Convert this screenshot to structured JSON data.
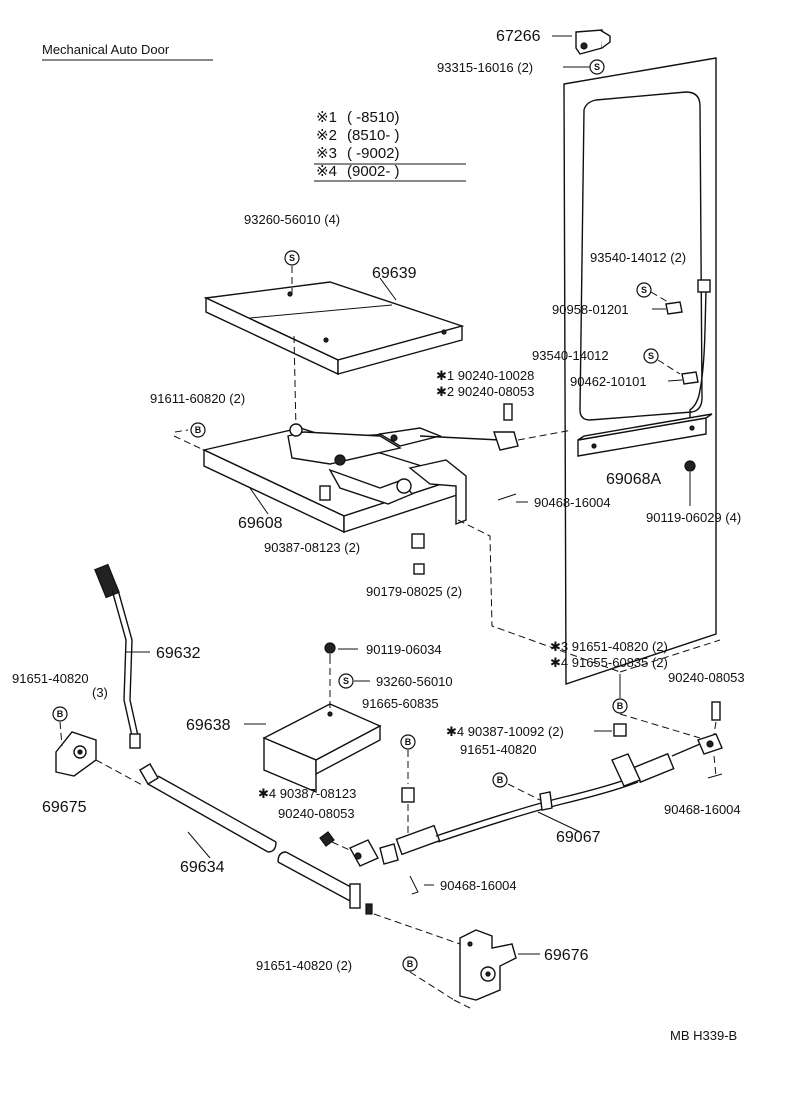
{
  "title": "Mechanical Auto Door",
  "diagram_code": "MB H339-B",
  "legend": [
    {
      "mark": "※1",
      "range": "(      -8510)"
    },
    {
      "mark": "※2",
      "range": "(8510-      )"
    },
    {
      "mark": "※3",
      "range": "(      -9002)"
    },
    {
      "mark": "※4",
      "range": "(9002-      )"
    }
  ],
  "symbols": {
    "s": "S",
    "b": "B"
  },
  "labels": {
    "p67266": "67266",
    "p93315": "93315-16016 (2)",
    "p93260_4": "93260-56010 (4)",
    "p69639": "69639",
    "p93540_2": "93540-14012 (2)",
    "p90958": "90958-01201",
    "p93540": "93540-14012",
    "p90462": "90462-10101",
    "p90240_10028": "✱1 90240-10028",
    "p90240_08053_2": "✱2 90240-08053",
    "p91611": "91611-60820 (2)",
    "p69068a": "69068A",
    "p90119_06029": "90119-06029 (4)",
    "p90468_a": "90468-16004",
    "p69608": "69608",
    "p90387_08123": "90387-08123 (2)",
    "p90179": "90179-08025 (2)",
    "p69632": "69632",
    "p91651_3": "91651-40820",
    "p91651_3b": "(3)",
    "p90119_06034": "90119-06034",
    "p93260": "93260-56010",
    "p91665": "91665-60835",
    "p69638": "69638",
    "p91651_40820_2": "✱3 91651-40820 (2)",
    "p91655": "✱4 91655-60835 (2)",
    "p90240_08053_r": "90240-08053",
    "p90387_10092": "✱4 90387-10092 (2)",
    "p91651_b": "91651-40820",
    "p90387_08123_b": "✱4 90387-08123",
    "p90240_08053_b": "90240-08053",
    "p69675": "69675",
    "p69067": "69067",
    "p90468_b": "90468-16004",
    "p69634": "69634",
    "p90468_c": "90468-16004",
    "p91651_2": "91651-40820 (2)",
    "p69676": "69676"
  }
}
